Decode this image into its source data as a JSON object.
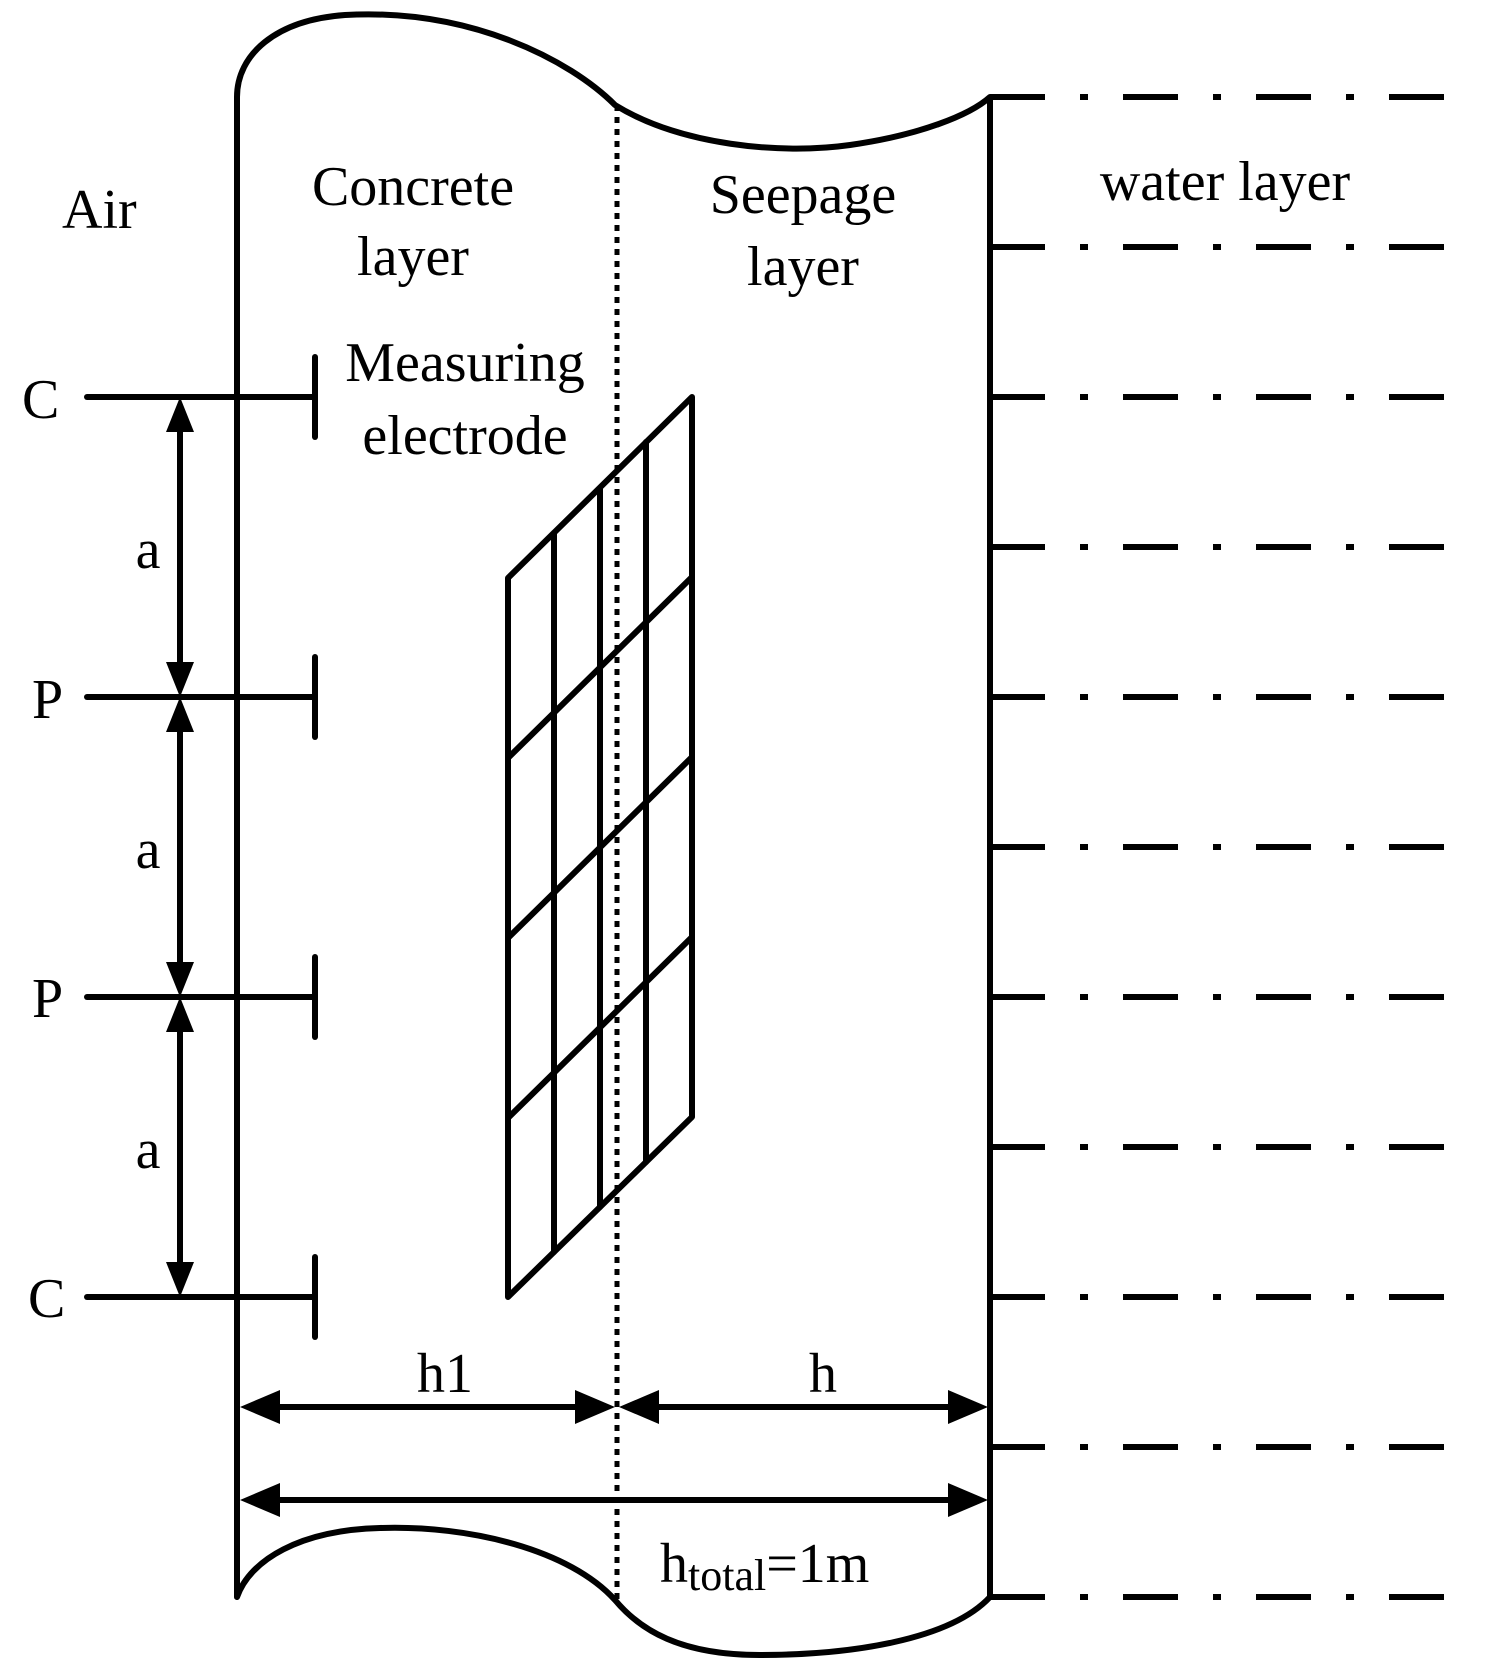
{
  "labels": {
    "air": "Air",
    "concrete_line1": "Concrete",
    "concrete_line2": "layer",
    "seepage_line1": "Seepage",
    "seepage_line2": "layer",
    "water": "water layer",
    "electrode_line1": "Measuring",
    "electrode_line2": "electrode",
    "c_top": "C",
    "p_upper": "P",
    "p_lower": "P",
    "c_bottom": "C",
    "a1": "a",
    "a2": "a",
    "a3": "a",
    "h1": "h1",
    "h": "h",
    "htotal_main": "h",
    "htotal_sub": "total",
    "htotal_rest": "=1m"
  }
}
